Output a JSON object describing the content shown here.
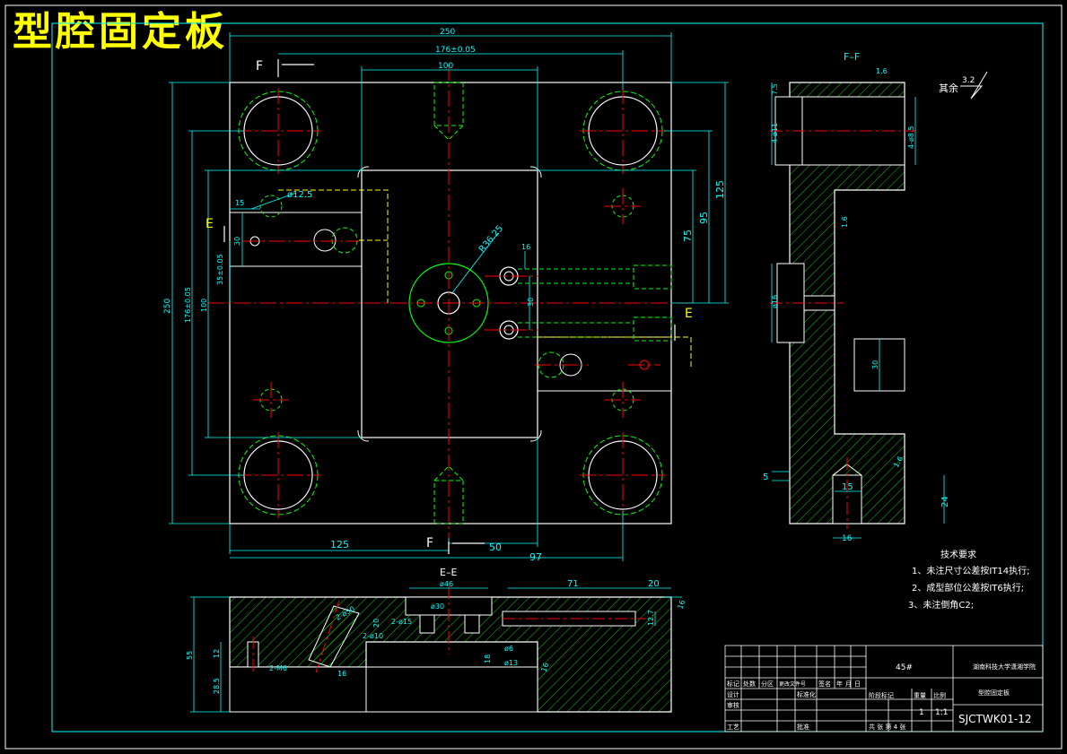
{
  "title": "型腔固定板",
  "views": {
    "main_cut_letter_top": "F",
    "main_cut_letter_bottom": "F",
    "main_cut_letter_left": "E",
    "main_cut_letter_right": "E",
    "section_ff_label": "F–F",
    "section_ee_label": "E–E"
  },
  "dimensions": {
    "top_250": "250",
    "top_176": "176±0.05",
    "top_100": "100",
    "right_125": "125",
    "right_95": "95",
    "right_75": "75",
    "left_250": "250",
    "left_176": "176±0.05",
    "left_100": "100",
    "left_35": "35±0.05",
    "left_30": "30",
    "left_15": "15",
    "hole_d12_5": "ø12.5",
    "hole_r36": "R36.25",
    "small_16": "16",
    "small_30": "30",
    "bottom_125": "125",
    "bottom_50": "50",
    "bottom_97": "97",
    "ff_7_5": "7.5",
    "ff_4_d11": "4-ø11",
    "ff_4_d8": "4-ø8.5",
    "ff_d16": "ø16",
    "ff_30": "30",
    "ff_5": "5",
    "ff_15": "15",
    "ff_16": "16",
    "ff_24": "24",
    "roughness_note": "其余",
    "roughness_value": "3.2",
    "roughness_16a": "1.6",
    "roughness_16b": "1.6",
    "roughness_16c": "1.6",
    "ee_d46": "ø46",
    "ee_d30": "ø30",
    "ee_71": "71",
    "ee_20": "20",
    "ee_55": "55",
    "ee_12": "12",
    "ee_28_5": "28.5",
    "ee_12_7": "12.7",
    "ee_2m6": "2-M6",
    "ee_2d15": "2-ø15",
    "ee_2d10": "2-ø10",
    "ee_2d50": "2-ø50",
    "ee_18": "18",
    "ee_d6": "ø6",
    "ee_d13": "ø13",
    "ee_16": "16",
    "ee_16b": "16",
    "ee_16c": "16",
    "ee_20b": "20"
  },
  "notes": {
    "heading": "技术要求",
    "items": [
      "1、未注尺寸公差按IT14执行;",
      "2、成型部位公差按IT6执行;",
      "3、未注倒角C2;"
    ]
  },
  "titleblock": {
    "material": "45#",
    "school": "湖南科技大学潇湘学院",
    "part_name": "型腔固定板",
    "scale": "1:1",
    "quantity": "1",
    "drawing_no": "SJCTWK01-12",
    "sheet": "共  张  第 4 张",
    "headers": [
      "标记",
      "处数",
      "分区",
      "更改文件号",
      "签名",
      "年",
      "月",
      "日"
    ],
    "roles": [
      "设计",
      "审核",
      "工艺"
    ],
    "std_label": "标准化",
    "approve_label": "批准",
    "stage_labels": [
      "阶段标记",
      "重量",
      "比例"
    ]
  },
  "colors": {
    "background": "#000000",
    "border": "#00ffff",
    "outline": "#ffffff",
    "center": "#ff0000",
    "hidden": "#ffff00",
    "hatch": "#00ff00",
    "title": "#ffff00"
  }
}
